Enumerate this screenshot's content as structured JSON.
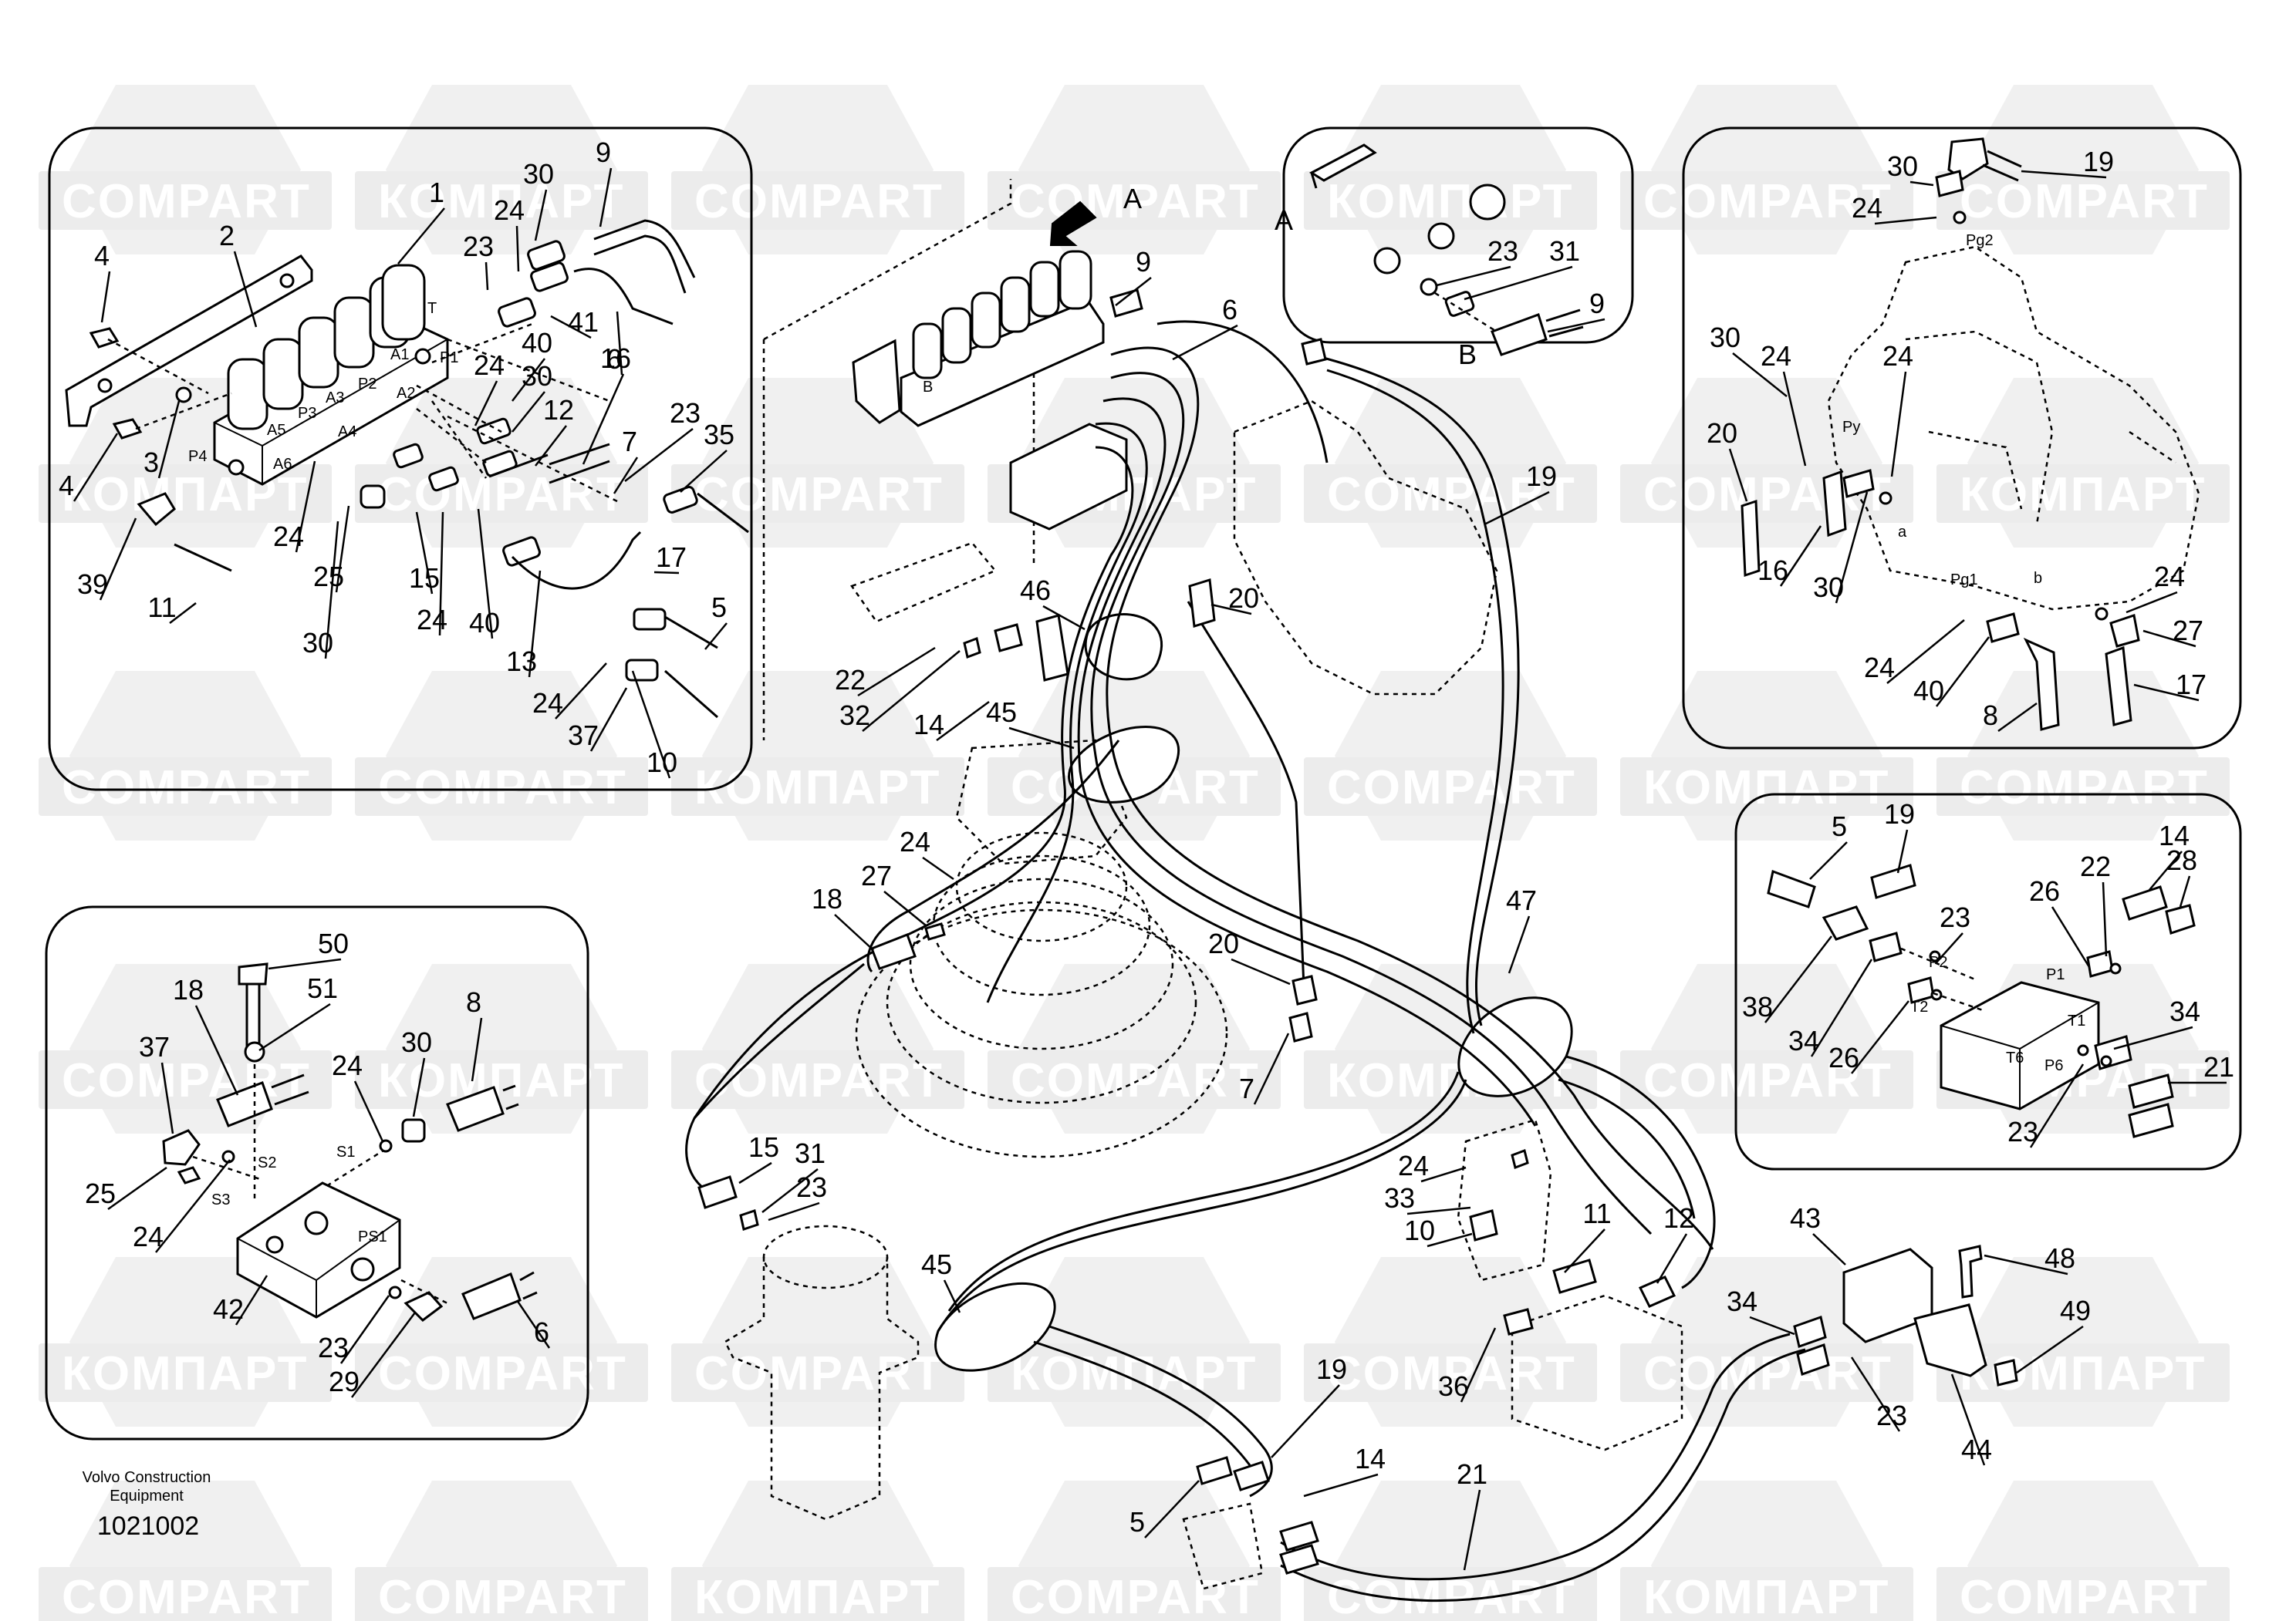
{
  "watermark": {
    "latin": "COMPART",
    "cyrillic": "КОМПАРТ"
  },
  "footer": {
    "maker_line1": "Volvo Construction",
    "maker_line2": "Equipment",
    "drawing_number": "1021002"
  },
  "views": {
    "main": "A",
    "detail": "A",
    "detail_b_main": "B",
    "detail_b": "B"
  },
  "port_labels": [
    "T",
    "A1",
    "P1",
    "A2",
    "P2",
    "A3",
    "P3",
    "A4",
    "A5",
    "A6",
    "P4",
    "S1",
    "S2",
    "S3",
    "PS1",
    "Pg2",
    "Py",
    "a",
    "Pg1",
    "b",
    "P2",
    "P1",
    "T1",
    "T2",
    "P6",
    "T6"
  ],
  "callouts": {
    "top_left": [
      "4",
      "2",
      "1",
      "30",
      "24",
      "23",
      "9",
      "41",
      "6",
      "24",
      "40",
      "30",
      "12",
      "16",
      "23",
      "35",
      "7",
      "17",
      "5",
      "13",
      "24",
      "37",
      "10",
      "39",
      "11",
      "25",
      "15",
      "30",
      "24",
      "40",
      "4",
      "3",
      "24"
    ],
    "bottom_left": [
      "50",
      "51",
      "18",
      "37",
      "24",
      "30",
      "8",
      "25",
      "24",
      "42",
      "23",
      "29",
      "6"
    ],
    "top_right_view": [
      "23",
      "31",
      "9"
    ],
    "right_upper": [
      "30",
      "19",
      "24",
      "30",
      "24",
      "24",
      "20",
      "16",
      "30",
      "24",
      "27",
      "40",
      "24",
      "17",
      "8"
    ],
    "right_lower": [
      "5",
      "19",
      "14",
      "28",
      "22",
      "26",
      "23",
      "38",
      "34",
      "26",
      "34",
      "21",
      "23"
    ],
    "center": [
      "9",
      "6",
      "46",
      "22",
      "32",
      "14",
      "45",
      "20",
      "19",
      "24",
      "27",
      "18",
      "20",
      "7",
      "47",
      "15",
      "31",
      "23",
      "45",
      "24",
      "33",
      "10",
      "11",
      "12",
      "43",
      "48",
      "49",
      "34",
      "23",
      "44",
      "36",
      "19",
      "14",
      "5",
      "21"
    ]
  }
}
